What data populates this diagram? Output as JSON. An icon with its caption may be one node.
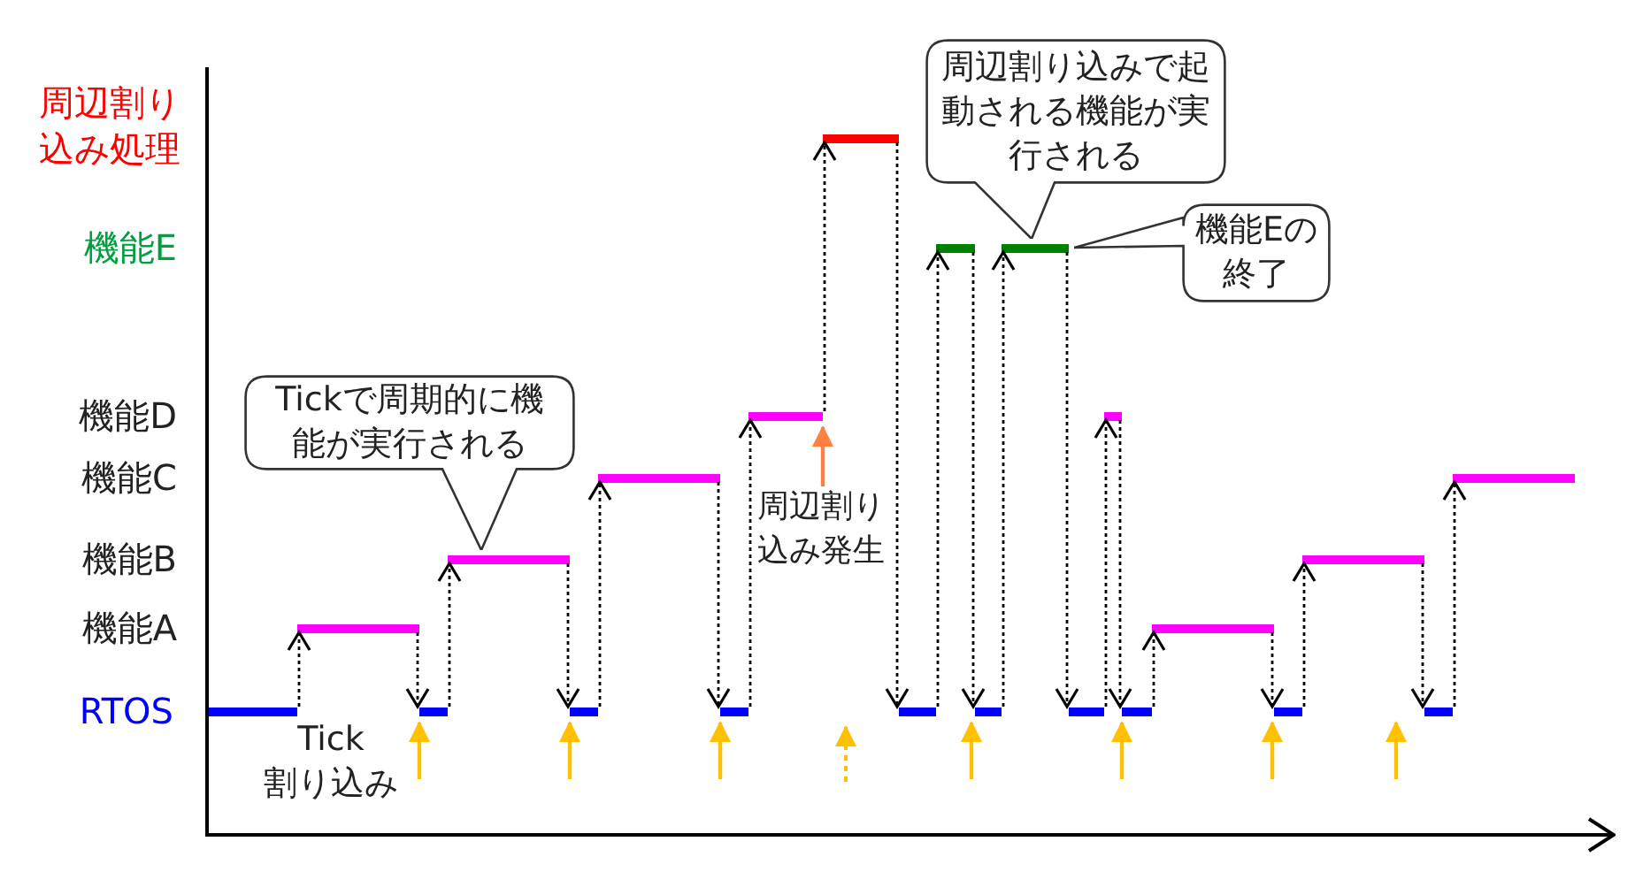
{
  "diagram": {
    "nodes": [
      {
        "text": [],
        "shape": "bar"
      },
      {
        "text": [],
        "shape": "bar"
      },
      {
        "text": [],
        "shape": "bar"
      },
      {
        "text": [],
        "shape": "bar"
      },
      {
        "text": [],
        "shape": "bar"
      },
      {
        "text": [],
        "shape": "bar"
      },
      {
        "text": [],
        "shape": "bar"
      },
      {
        "text": [],
        "shape": "bar"
      },
      {
        "text": [],
        "shape": "bar"
      },
      {
        "text": [],
        "shape": "bar"
      },
      {
        "text": [],
        "shape": "bar"
      },
      {
        "text": [],
        "shape": "bar"
      },
      {
        "text": [],
        "shape": "bar"
      },
      {
        "text": [],
        "shape": "bar"
      },
      {
        "text": [],
        "shape": "bar"
      },
      {
        "text": [],
        "shape": "bar"
      },
      {
        "text": [],
        "shape": "bar"
      },
      {
        "text": [],
        "shape": "bar"
      },
      {
        "text": [],
        "shape": "bar"
      },
      {
        "text": [],
        "shape": "bar"
      },
      {
        "text": [],
        "shape": "bar"
      },
      {
        "text": [
          "Tickで周期的に機能が実行される"
        ]
      },
      {
        "text": [
          "周辺割り込みで起動される機能が実行される"
        ]
      },
      {
        "text": [
          "機能Eの終了"
        ]
      },
      {
        "text": [
          "周辺割り込み発生"
        ]
      }
    ],
    "edges": [
      {
        "from": 0,
        "to": 1,
        "arrow": "to",
        "style": "dashed"
      },
      {
        "from": 1,
        "to": 2,
        "arrow": "to",
        "style": "dashed"
      },
      {
        "from": 2,
        "to": 3,
        "arrow": "to",
        "style": "dashed"
      },
      {
        "from": 3,
        "to": 4,
        "arrow": "to",
        "style": "dashed"
      },
      {
        "from": 4,
        "to": 5,
        "arrow": "to",
        "style": "dashed"
      },
      {
        "from": 5,
        "to": 6,
        "arrow": "to",
        "style": "dashed"
      },
      {
        "from": 6,
        "to": 7,
        "arrow": "to",
        "style": "dashed"
      },
      {
        "from": 7,
        "to": 8,
        "arrow": "to",
        "style": "dashed"
      },
      {
        "from": 8,
        "to": 9,
        "arrow": "to",
        "style": "dashed"
      },
      {
        "from": 9,
        "to": 10,
        "arrow": "to",
        "style": "dashed"
      },
      {
        "from": 10,
        "to": 11,
        "arrow": "to",
        "style": "dashed"
      },
      {
        "from": 11,
        "to": 12,
        "arrow": "to",
        "style": "dashed"
      },
      {
        "from": 12,
        "to": 13,
        "arrow": "to",
        "style": "dashed"
      },
      {
        "from": 13,
        "to": 14,
        "arrow": "to",
        "style": "dashed"
      },
      {
        "from": 14,
        "to": 15,
        "arrow": "to",
        "style": "dashed"
      },
      {
        "from": 15,
        "to": 16,
        "arrow": "to",
        "style": "dashed"
      },
      {
        "from": 16,
        "to": 17,
        "arrow": "to",
        "style": "dashed"
      },
      {
        "from": 17,
        "to": 18,
        "arrow": "to",
        "style": "dashed"
      },
      {
        "from": 18,
        "to": 19,
        "arrow": "to",
        "style": "dashed"
      },
      {
        "from": 19,
        "to": 20,
        "arrow": "to",
        "style": "dashed"
      },
      {
        "from": null,
        "to": 2,
        "arrow": "to",
        "color": "#ffc000"
      },
      {
        "from": null,
        "to": 4,
        "arrow": "to",
        "color": "#ffc000"
      },
      {
        "from": null,
        "to": 6,
        "arrow": "to",
        "color": "#ffc000"
      },
      {
        "from": null,
        "to": 11,
        "arrow": "to",
        "color": "#ffc000"
      },
      {
        "from": null,
        "to": 15,
        "arrow": "to",
        "color": "#ffc000"
      },
      {
        "from": null,
        "to": 17,
        "arrow": "to",
        "color": "#ffc000"
      },
      {
        "from": null,
        "to": 19,
        "arrow": "to",
        "color": "#ffc000"
      },
      {
        "from": 24,
        "to": 7,
        "arrow": "to",
        "color": "#ff8040"
      }
    ],
    "labels": [
      "周辺割り込み処理",
      "機能E",
      "機能D",
      "機能C",
      "機能B",
      "機能A",
      "RTOS",
      "Tick割り込み"
    ]
  }
}
